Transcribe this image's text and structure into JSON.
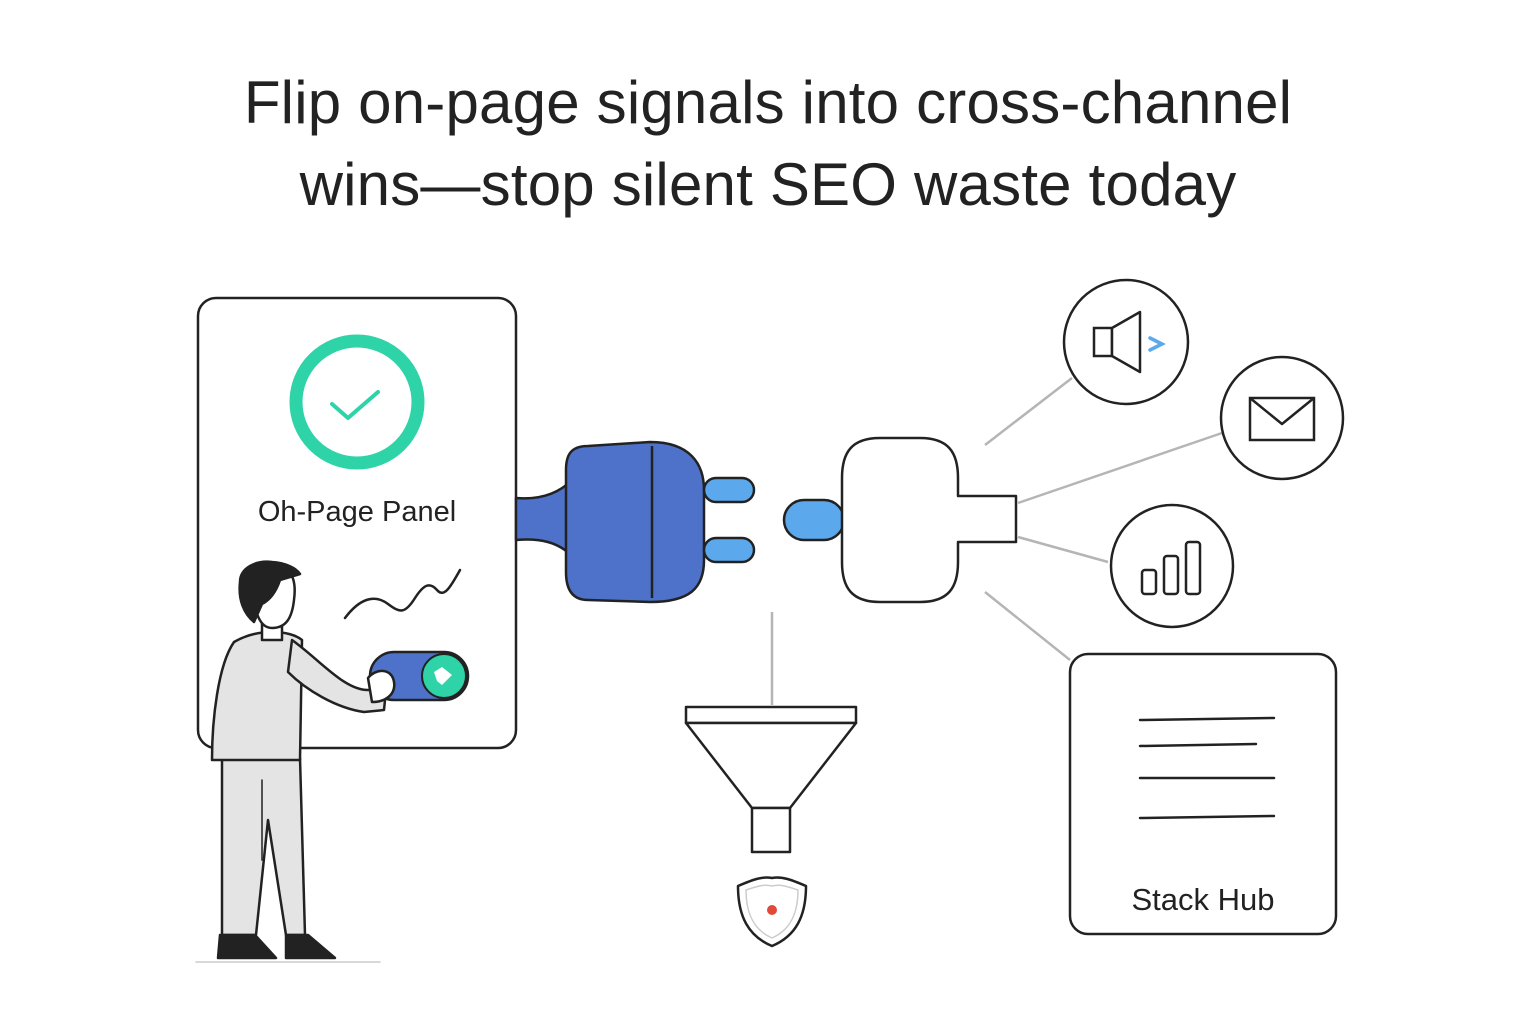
{
  "headline": {
    "line1": "Flip on-page signals into cross-channel",
    "line2": "wins—stop silent SEO waste today"
  },
  "panel": {
    "label": "Oh-Page Panel"
  },
  "hub": {
    "label": "Stack Hub"
  },
  "icons": {
    "panel_status": "check-circle-icon",
    "channels": [
      "megaphone-icon",
      "envelope-icon",
      "bar-chart-icon"
    ],
    "filter": "funnel-icon",
    "waste": "shield-icon"
  },
  "colors": {
    "plug_blue": "#4E72C9",
    "prong_blue": "#5BA8EC",
    "check_teal": "#2ED3A8",
    "stroke": "#222222",
    "connector_gray": "#B5B5B5",
    "waste_red": "#E04A3A"
  }
}
